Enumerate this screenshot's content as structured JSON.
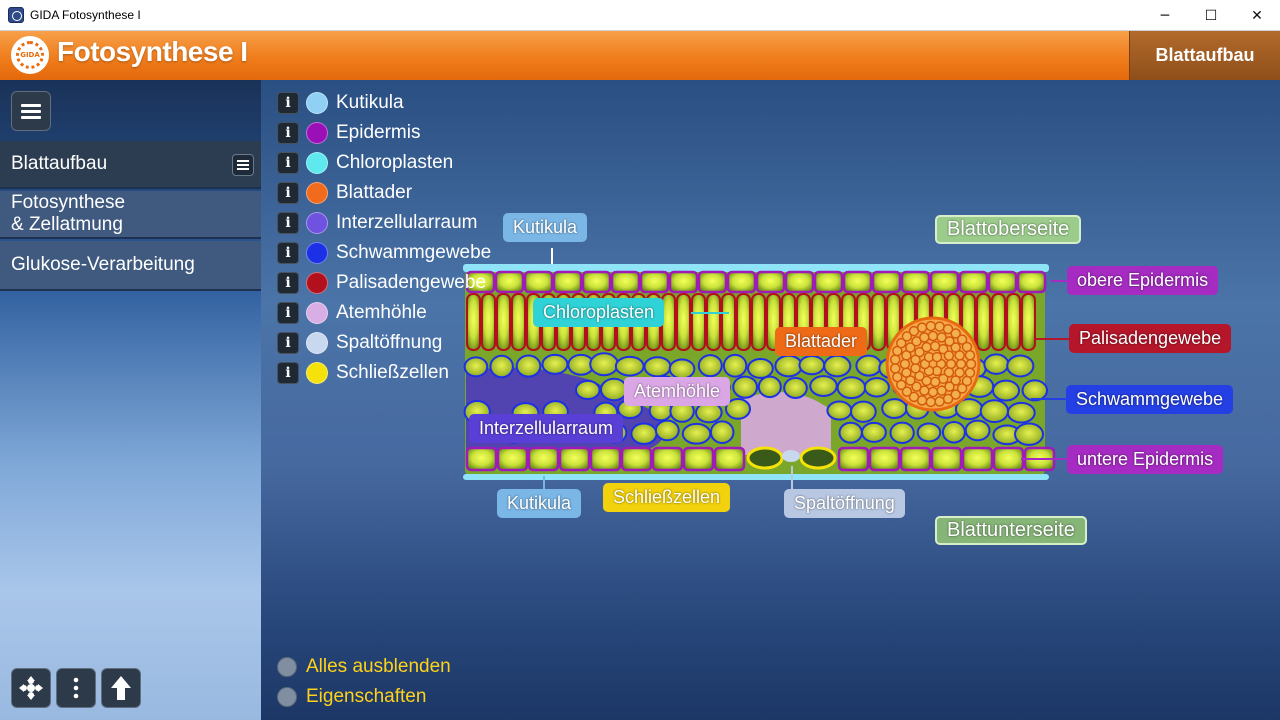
{
  "window": {
    "title": "GIDA Fotosynthese I",
    "controls": {
      "minimize": "─",
      "maximize": "☐",
      "close": "✕"
    }
  },
  "header": {
    "app_title": "Fotosynthese I",
    "logo_text": "GIDA",
    "section": "Blattaufbau"
  },
  "sidebar": {
    "items": [
      {
        "label": "Blattaufbau"
      },
      {
        "label": "Fotosynthese\n& Zellatmung"
      },
      {
        "label": "Glukose-Verarbeitung"
      }
    ]
  },
  "legend": [
    {
      "label": "Kutikula",
      "color": "#8fd0f4"
    },
    {
      "label": "Epidermis",
      "color": "#9b0fb7"
    },
    {
      "label": "Chloroplasten",
      "color": "#5fe9ee"
    },
    {
      "label": "Blattader",
      "color": "#f26a1c"
    },
    {
      "label": "Interzellularraum",
      "color": "#6f53e0"
    },
    {
      "label": "Schwammgewebe",
      "color": "#1c30e6"
    },
    {
      "label": "Palisadengewebe",
      "color": "#b3101e"
    },
    {
      "label": "Atemhöhle",
      "color": "#d8aee4"
    },
    {
      "label": "Spaltöffnung",
      "color": "#c8d8ee"
    },
    {
      "label": "Schließzellen",
      "color": "#f5e20a"
    }
  ],
  "options": [
    {
      "label": "Alles ausblenden"
    },
    {
      "label": "Eigenschaften"
    }
  ],
  "diagram": {
    "labels": {
      "kutikula_top": "Kutikula",
      "blattoberseite": "Blattoberseite",
      "obere_epidermis": "obere Epidermis",
      "chloroplasten": "Chloroplasten",
      "blattader": "Blattader",
      "palisadengewebe": "Palisadengewebe",
      "atemhoehle": "Atemhöhle",
      "schwammgewebe": "Schwammgewebe",
      "interzellularraum": "Interzellularraum",
      "untere_epidermis": "untere Epidermis",
      "kutikula_bottom": "Kutikula",
      "schliesszellen": "Schließzellen",
      "spaltoeffnung": "Spaltöffnung",
      "blattunterseite": "Blattunterseite"
    },
    "label_colors": {
      "kutikula": "#7ab6e6",
      "blattoberseite": "#9ccc8c",
      "epidermis": "#a52bc2",
      "chloroplasten": "#2fd2d6",
      "blattader": "#ef6a16",
      "palisadengewebe": "#b5162a",
      "atemhoehle": "#dba6e6",
      "schwammgewebe": "#2440e4",
      "interzellularraum": "#5a3fd6",
      "schliesszellen": "#f2d20c",
      "spaltoeffnung": "#b8c8e2",
      "blattunterseite": "#86b578"
    }
  }
}
